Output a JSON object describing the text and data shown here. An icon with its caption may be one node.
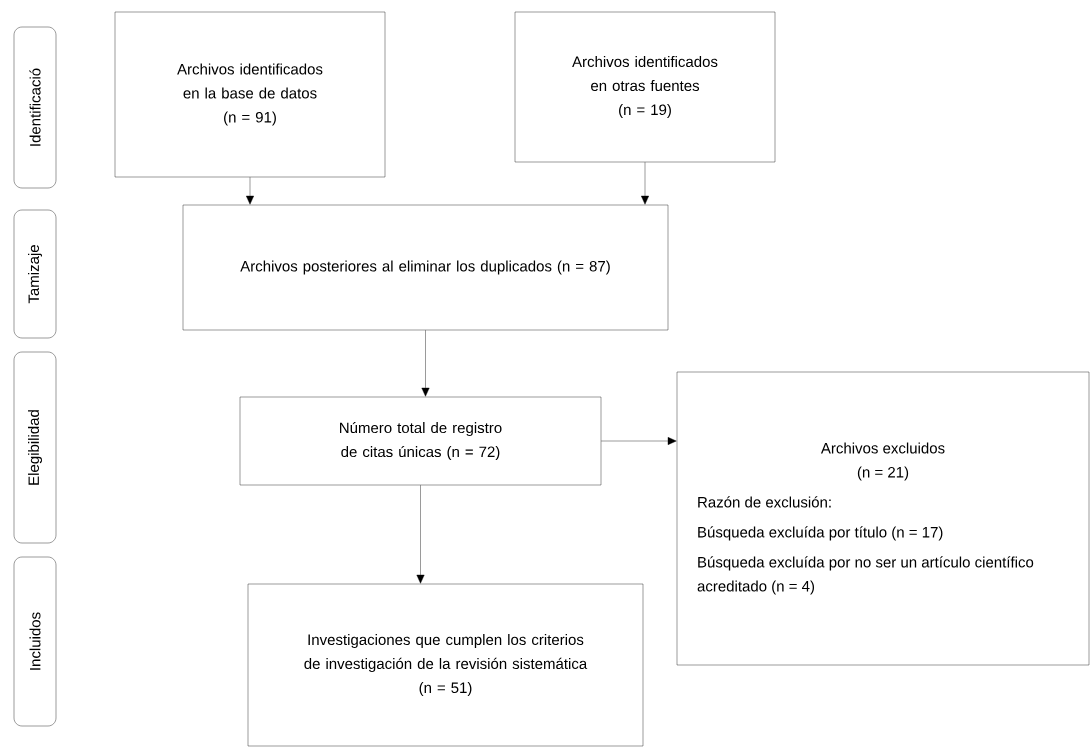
{
  "diagram": {
    "nodes": [
      {
        "text": [
          "Identificació"
        ]
      },
      {
        "text": [
          "Tamizaje"
        ]
      },
      {
        "text": [
          "Elegibilidad"
        ]
      },
      {
        "text": [
          "Incluidos"
        ]
      },
      {
        "text": [
          "Archivos identificados en la base de datos",
          "(n = 91)"
        ]
      },
      {
        "text": [
          "Archivos identificados en otras fuentes",
          "(n = 19)"
        ]
      },
      {
        "text": [
          "Archivos posteriores al eliminar los duplicados (n = 87)"
        ]
      },
      {
        "text": [
          "Número total de registro de citas únicas (n = 72)"
        ]
      },
      {
        "text": [
          "Archivos excluidos",
          "(n = 21)",
          "Razón de exclusión:",
          "Búsqueda excluída por título (n = 17)",
          "Búsqueda excluída por no ser un artículo científico acreditado (n = 4)"
        ]
      },
      {
        "text": [
          "Investigaciones que cumplen los criterios de investigación de la revisión sistemática",
          "(n = 51)"
        ]
      }
    ],
    "edges": [
      {
        "from": 4,
        "to": 6,
        "arrow": "to"
      },
      {
        "from": 5,
        "to": 6,
        "arrow": "to"
      },
      {
        "from": 6,
        "to": 7,
        "arrow": "to"
      },
      {
        "from": 7,
        "to": 8,
        "arrow": "to"
      },
      {
        "from": 7,
        "to": 9,
        "arrow": "to"
      }
    ]
  }
}
